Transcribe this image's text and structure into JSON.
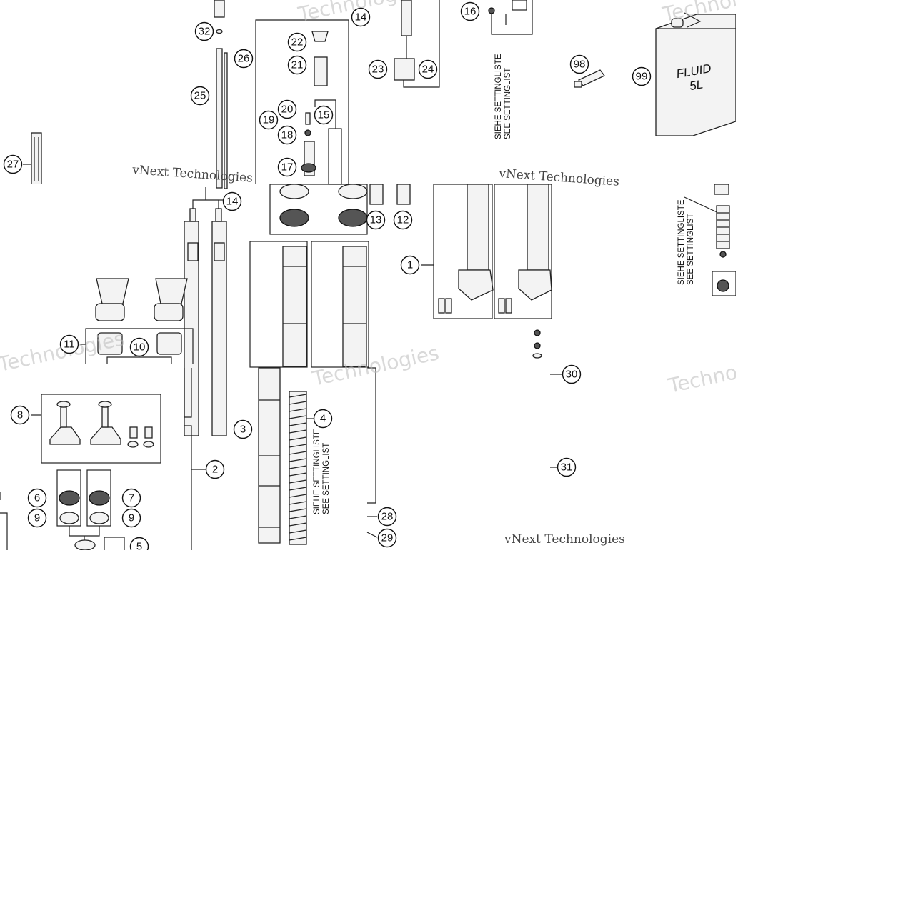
{
  "diagram": {
    "callouts": [
      "1",
      "2",
      "3",
      "4",
      "5",
      "6",
      "7",
      "8",
      "9",
      "9",
      "10",
      "11",
      "12",
      "13",
      "14",
      "14",
      "15",
      "16",
      "17",
      "18",
      "19",
      "20",
      "21",
      "22",
      "23",
      "24",
      "25",
      "26",
      "27",
      "28",
      "29",
      "30",
      "31",
      "32",
      "98",
      "99"
    ],
    "notes": {
      "settinglist_de": "SIEHE SETTINGLISTE",
      "settinglist_en": "SEE SETTINGLIST"
    },
    "container_label": {
      "line1": "FLUID",
      "line2": "5L"
    },
    "watermarks": {
      "brand_a": "vNext Technologies",
      "brand_b": "Technologies"
    }
  }
}
